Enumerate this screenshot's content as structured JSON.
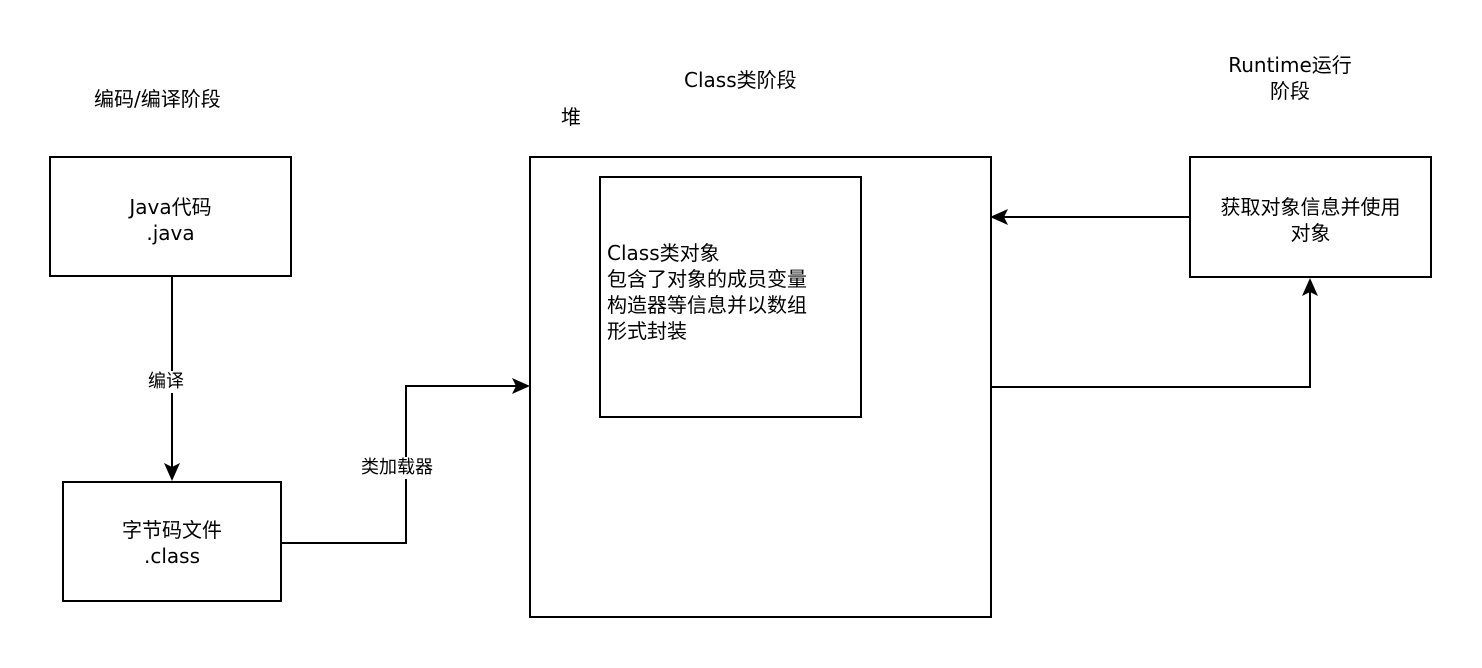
{
  "stages": {
    "compile": "编码/编译阶段",
    "class": "Class类阶段",
    "runtime_line1": "Runtime运行",
    "runtime_line2": "阶段"
  },
  "heap_label": "堆",
  "boxes": {
    "java_code": {
      "line1": "Java代码",
      "line2": ".java"
    },
    "bytecode": {
      "line1": "字节码文件",
      "line2": ".class"
    },
    "class_object": {
      "line1": "Class类对象",
      "line2": "包含了对象的成员变量",
      "line3": "构造器等信息并以数组",
      "line4": "形式封装"
    },
    "runtime": {
      "line1": "获取对象信息并使用",
      "line2": "对象"
    }
  },
  "edges": {
    "compile": "编译",
    "class_loader": "类加载器"
  }
}
